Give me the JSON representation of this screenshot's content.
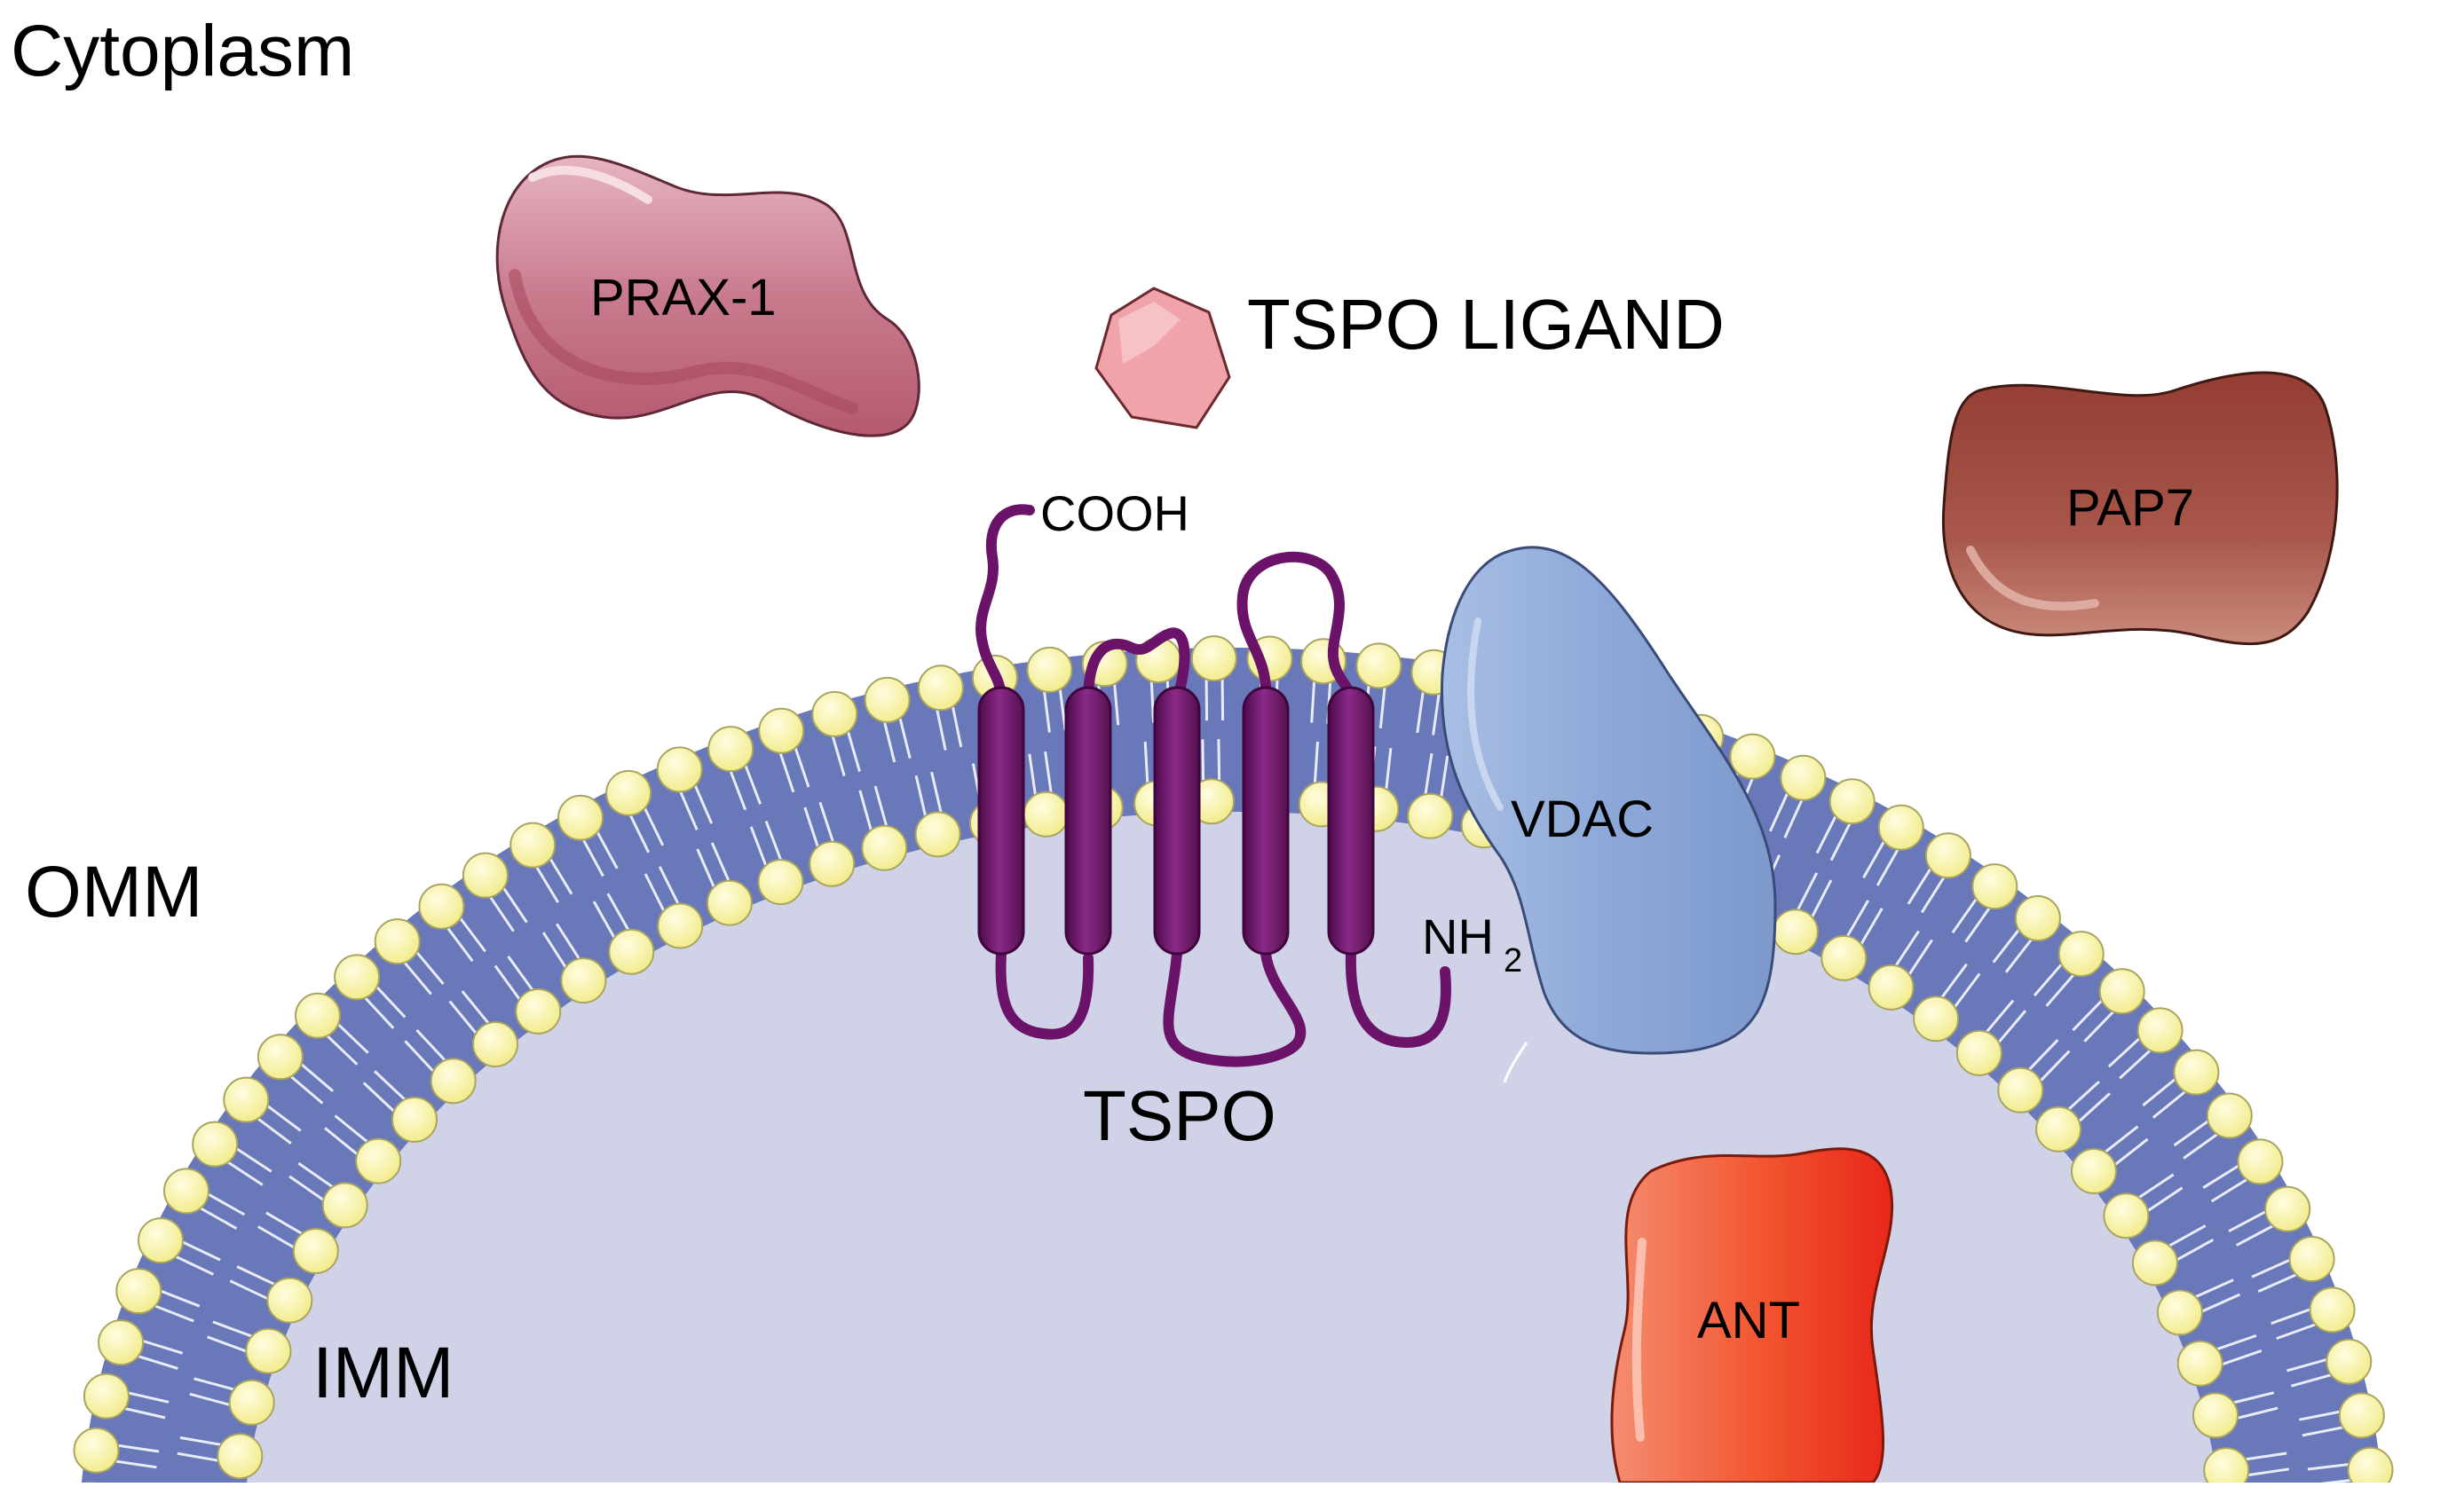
{
  "colors": {
    "matrix": "#d0d3e8",
    "membrane": "#6878b8",
    "headgroup": "#faf5a6",
    "headgroup_stroke": "#a9a460",
    "tspo": "#6b1269",
    "vdac": "#8da8d8",
    "ant": "#f2542f",
    "pap7": "#a8574a",
    "prax1": "#c97b8e",
    "ligand": "#f0a3a9"
  },
  "labels": {
    "cytoplasm": "Cytoplasm",
    "omm": "OMM",
    "imm": "IMM",
    "prax1": "PRAX-1",
    "tspo_ligand": "TSPO LIGAND",
    "pap7": "PAP7",
    "cooh": "COOH",
    "vdac": "VDAC",
    "nh": "NH",
    "nh_sub": "2",
    "tspo": "TSPO",
    "ant": "ANT"
  },
  "icons": {
    "ligand": "hexagon-icon",
    "lipid": "phospholipid-icon"
  }
}
